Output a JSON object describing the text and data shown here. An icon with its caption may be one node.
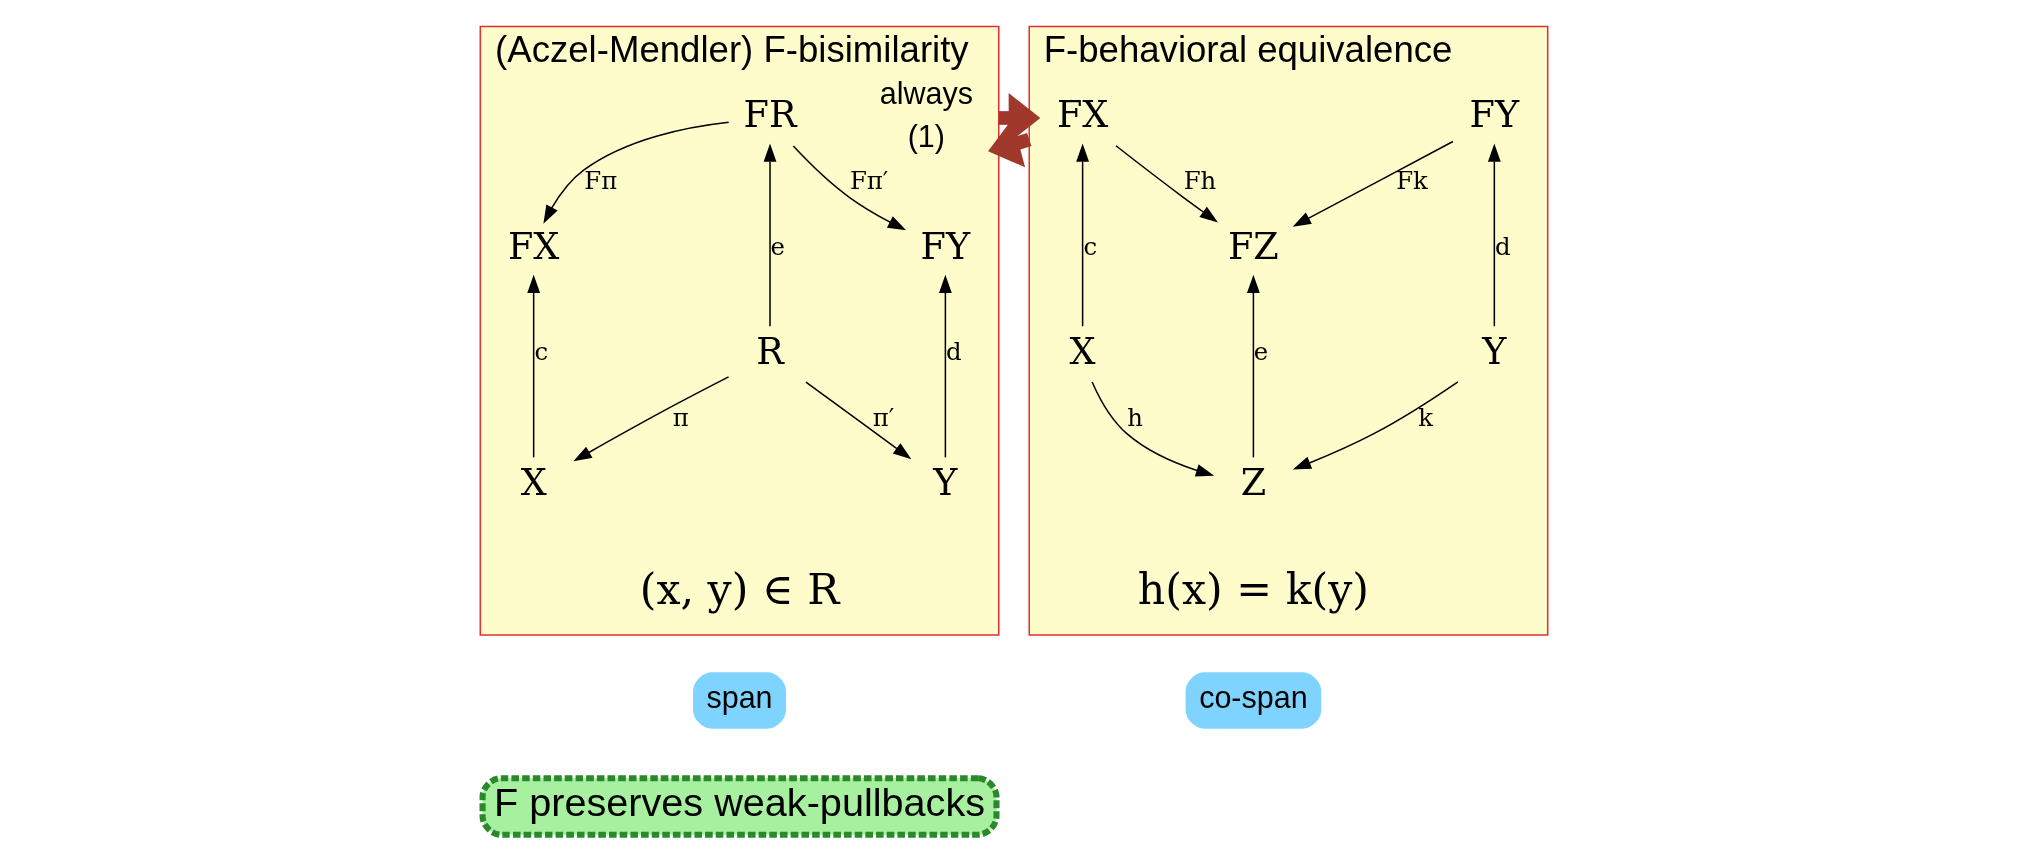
{
  "diagram": {
    "nodes": [
      {
        "text": [
          "(Aczel-Mendler) F-bisimilarity"
        ]
      },
      {
        "text": [
          "FR"
        ],
        "in": 0
      },
      {
        "text": [
          "FX"
        ],
        "in": 0
      },
      {
        "text": [
          "FY"
        ],
        "in": 0
      },
      {
        "text": [
          "R"
        ],
        "in": 0
      },
      {
        "text": [
          "X"
        ],
        "in": 0
      },
      {
        "text": [
          "Y"
        ],
        "in": 0
      },
      {
        "text": [
          "F-behavioral equivalence"
        ]
      },
      {
        "text": [
          "FX"
        ],
        "in": 7
      },
      {
        "text": [
          "FZ"
        ],
        "in": 7
      },
      {
        "text": [
          "FY"
        ],
        "in": 7
      },
      {
        "text": [
          "X"
        ],
        "in": 7
      },
      {
        "text": [
          "Z"
        ],
        "in": 7
      },
      {
        "text": [
          "Y"
        ],
        "in": 7
      },
      {
        "text": [
          "span"
        ]
      },
      {
        "text": [
          "co-span"
        ]
      },
      {
        "text": [
          "F preserves weak-pullbacks"
        ]
      }
    ],
    "edges": [
      {
        "from": 1,
        "to": 2,
        "arrow": "to",
        "label": "Fπ"
      },
      {
        "from": 1,
        "to": 3,
        "arrow": "to",
        "label": "Fπ′"
      },
      {
        "from": 4,
        "to": 1,
        "arrow": "to",
        "label": "e"
      },
      {
        "from": 5,
        "to": 2,
        "arrow": "to",
        "label": "c"
      },
      {
        "from": 6,
        "to": 3,
        "arrow": "to",
        "label": "d"
      },
      {
        "from": 4,
        "to": 5,
        "arrow": "to",
        "label": "π"
      },
      {
        "from": 4,
        "to": 6,
        "arrow": "to",
        "label": "π′"
      },
      {
        "from": 0,
        "to": 7,
        "arrow": "to",
        "label": "always",
        "style": "thick",
        "color": "#a0392b"
      },
      {
        "from": 7,
        "to": 0,
        "arrow": "to",
        "label": "(1)",
        "style": "thick",
        "color": "#a0392b"
      },
      {
        "from": 8,
        "to": 9,
        "arrow": "to",
        "label": "Fh"
      },
      {
        "from": 10,
        "to": 9,
        "arrow": "to",
        "label": "Fk"
      },
      {
        "from": 11,
        "to": 8,
        "arrow": "to",
        "label": "c"
      },
      {
        "from": 13,
        "to": 10,
        "arrow": "to",
        "label": "d"
      },
      {
        "from": 12,
        "to": 9,
        "arrow": "to",
        "label": "e"
      },
      {
        "from": 11,
        "to": 12,
        "arrow": "to",
        "label": "h"
      },
      {
        "from": 13,
        "to": 12,
        "arrow": "to",
        "label": "k"
      }
    ],
    "labels": [
      "(x, y) ∈ R",
      "h(x) = k(y)"
    ]
  }
}
